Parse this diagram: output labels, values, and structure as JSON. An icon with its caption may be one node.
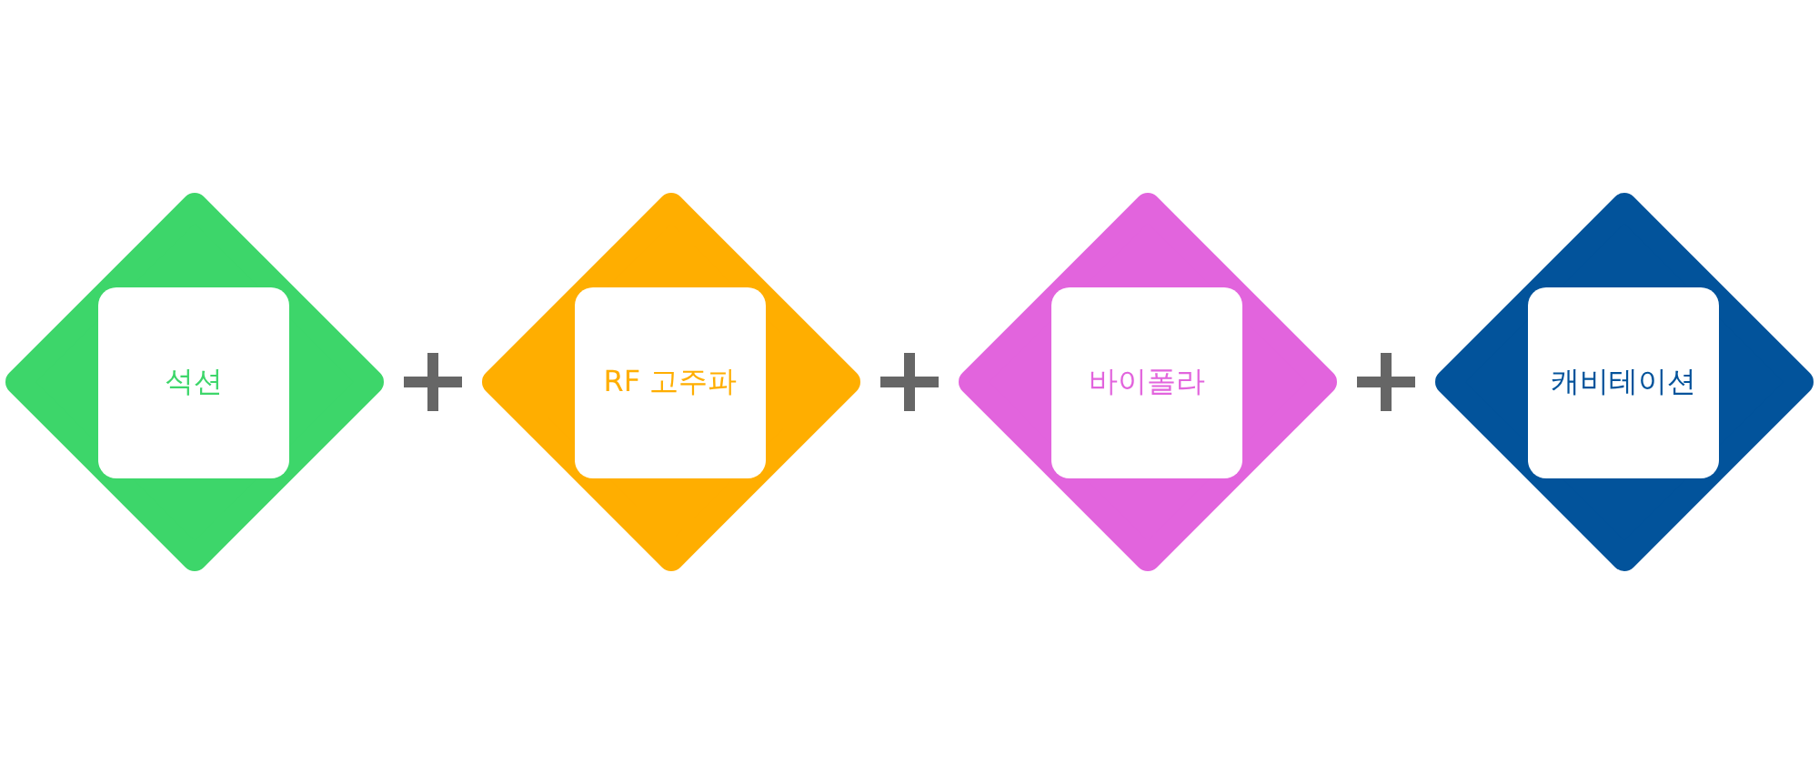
{
  "diagram": {
    "nodes": [
      {
        "text": [
          "석션"
        ]
      },
      {
        "text": [
          "RF 고주파"
        ]
      },
      {
        "text": [
          "바이폴라"
        ]
      },
      {
        "text": [
          "캐비테이션"
        ]
      }
    ]
  }
}
